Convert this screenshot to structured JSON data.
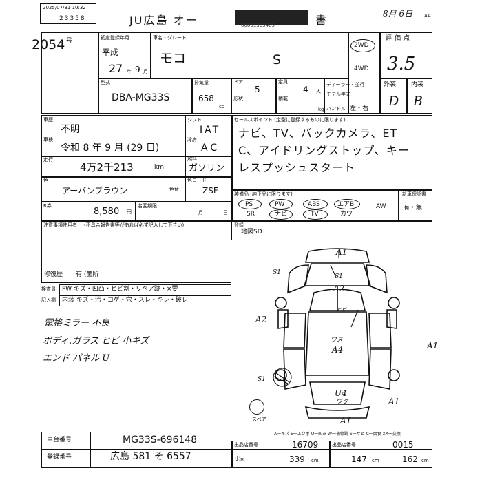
{
  "header": {
    "timestamp": "2025/07/31 10:32",
    "lot_code": "23358",
    "title_left": "JU広島 オー",
    "title_right": "書",
    "redacted_note": "00001303409",
    "date_handwritten": "8月 6日",
    "date_suffix": "AA"
  },
  "lot_number": "2054",
  "lot_suffix": "号",
  "registration": {
    "label": "初度登録年月",
    "era": "平成",
    "year": "27",
    "year_unit": "年",
    "month": "9",
    "month_unit": "月"
  },
  "model_name": {
    "label": "車名・グレード",
    "name": "モコ",
    "grade": "S"
  },
  "drive": {
    "option_2wd": "2WD",
    "option_4wd": "4WD",
    "selected": "2WD"
  },
  "score": {
    "label": "評価点",
    "value": "3.5"
  },
  "ext_int": {
    "ext_label": "外装",
    "int_label": "内装",
    "ext": "D",
    "int": "B"
  },
  "type_code": {
    "label": "型式",
    "value": "DBA-MG33S"
  },
  "displacement": {
    "label": "排気量",
    "value": "658",
    "unit": "cc"
  },
  "doors": {
    "label": "ドア",
    "shape_label": "形状",
    "value": "5"
  },
  "capacity": {
    "label": "定員",
    "load_label": "積載",
    "value": "4",
    "unit": "人",
    "kg": "kg"
  },
  "dealer": {
    "label": "ディーラー・並行",
    "model_year_label": "モデル年式",
    "handle_label": "ハンドル",
    "handle_value": "左・右"
  },
  "inspection": {
    "label1": "車歴",
    "value1": "不明",
    "label2": "車検",
    "value2": "令和 8 年 9 月 (29 日)"
  },
  "shift": {
    "label": "シフト",
    "value": "IAT",
    "ac_label": "冷房",
    "ac_value": "AC"
  },
  "fuel": {
    "label": "燃料",
    "value": "ガソリン"
  },
  "mileage": {
    "label": "走行",
    "value": "4万2千213",
    "unit": "km"
  },
  "color": {
    "label": "色",
    "value": "アーバンブラウン",
    "change_label": "色替",
    "code_label": "色コード",
    "code": "ZSF"
  },
  "recycle": {
    "label": "R券",
    "value": "8,580",
    "unit": "円",
    "tax_label": "名変期限",
    "tax_month": "月",
    "tax_day": "日"
  },
  "sales_points": {
    "label": "セールスポイント (定型に登録するものに限ります)",
    "lines": [
      "ナビ、TV、バックカメラ、ET",
      "C、アイドリングストップ、キー",
      "レスプッシュスタート"
    ]
  },
  "equipment": {
    "label": "装備品 (純正品に限ります)",
    "row1": [
      "PS",
      "PW",
      "ABS",
      "エアB"
    ],
    "row2": [
      "SR",
      "ナビ",
      "TV",
      "カワ"
    ],
    "aw": "AW",
    "new_car_label": "新車保証書",
    "new_car_value": "有・無"
  },
  "notes": {
    "label": "注意事項使用者",
    "sub": "(不具合報告書等があれば必ず記入して下さい)",
    "repair_label": "修復歴",
    "repair_value": "有 (箇所"
  },
  "remarks": {
    "label": "登録",
    "value": "地図SD"
  },
  "inspector_row1": {
    "label": "検査員",
    "items": "FW キズ・凹凸・ヒビ割・リペア跡・×要"
  },
  "inspector_row2": {
    "label": "記入欄",
    "items": "内装 キズ・汚・コゲ・穴・スレ・キレ・破レ"
  },
  "handwritten_notes": [
    "電格ミラー 不良",
    "ボディ.ガラス ヒビ 小キズ",
    "エンド パネル U"
  ],
  "diagram_marks": {
    "a1_top": "A1",
    "s1_upper": "S1",
    "s1_small": "S1",
    "a2_roof": "A2",
    "hibi": "ヒビ",
    "a2_side": "A2",
    "a1_right": "A1",
    "stain": "ワス",
    "a4": "A4",
    "s1_lower": "S1",
    "u4": "U4",
    "u4_sub": "ワク",
    "a1_rear_right": "A1",
    "a1_bottom": "A1"
  },
  "spare_label": "スペア",
  "legend": "A一キズ  E一エクボ  U一凹み  W一補修跡  S一サビ  C一腐食  XX一交換",
  "footer": {
    "chassis_label": "車台番号",
    "chassis": "MG33S-696148",
    "plate_label": "登録番号",
    "plate": "広島 581 そ 6557",
    "code1_label": "出品店番号",
    "code1": "16709",
    "code2_label": "出品店番号",
    "code2": "0015",
    "length_label": "寸法",
    "length": "339",
    "width": "147",
    "height": "162",
    "dim_unit": "cm"
  }
}
